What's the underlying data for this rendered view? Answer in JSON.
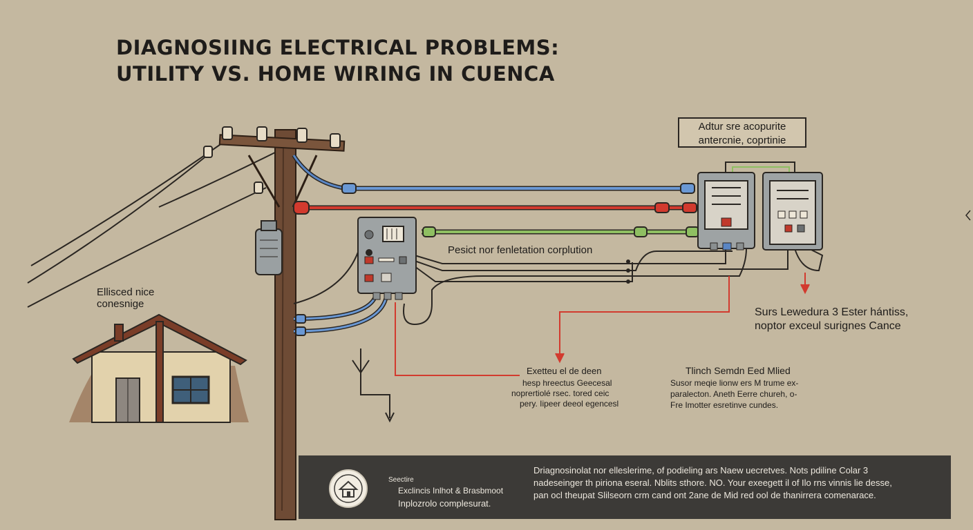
{
  "title": {
    "line1": "DIAGNOSIING ELECTRICAL PROBLEMS:",
    "line2": "UTILITY VS. HOME WIRING IN CUENCA"
  },
  "labels": {
    "house_label_1": "Ellisced nice",
    "house_label_2": "conesnige",
    "boxed_1": "Adtur sre acopurite",
    "boxed_2": "antercnie, coprtinie",
    "wire_label": "Pesict nor fenletation corplution",
    "right_label_1": "Surs Lewedura 3 Ester hántiss,",
    "right_label_2": "noptor exceul surignes Cance",
    "center_note_1": "Exetteu el de deen",
    "center_note_2": "hesp hreectus Geecesal",
    "center_note_3": "noprertiolé rsec. tored ceic",
    "center_note_4": "pery. Iipeer deeol egencesl",
    "right_note_title": "Tlinch Semdn Eed Mlied",
    "right_note_1": "Susor meqie lionw ers M trume ex-",
    "right_note_2": "paralecton. Aneth Eerre chureh, o-",
    "right_note_3": "Fre Imotter esretinve cundes."
  },
  "footer": {
    "badge_caption": "Seectire",
    "left_1": "Exclincis Inlhot & Brasbmoot",
    "left_2": "Inplozrolo complesurat.",
    "right_1": "Driagnosinolat nor elleslerime, of podieling ars Naew uecretves. Nots pdiline Colar 3",
    "right_2": "nadeseinger th piriona eseral. Nblits sthore. NO. Your exeegett il of Ilo rns vinnis lie desse,",
    "right_3": "pan ocl theupat Slilseorn crm cand ont 2ane de Mid red ool de thanirrera comenarace."
  },
  "colors": {
    "background": "#c4b8a0",
    "wire_blue": "#5a86c4",
    "wire_red": "#d23a2e",
    "wire_green": "#8fbf62",
    "pole": "#6e4b35",
    "footer_bg": "#3c3a37"
  }
}
